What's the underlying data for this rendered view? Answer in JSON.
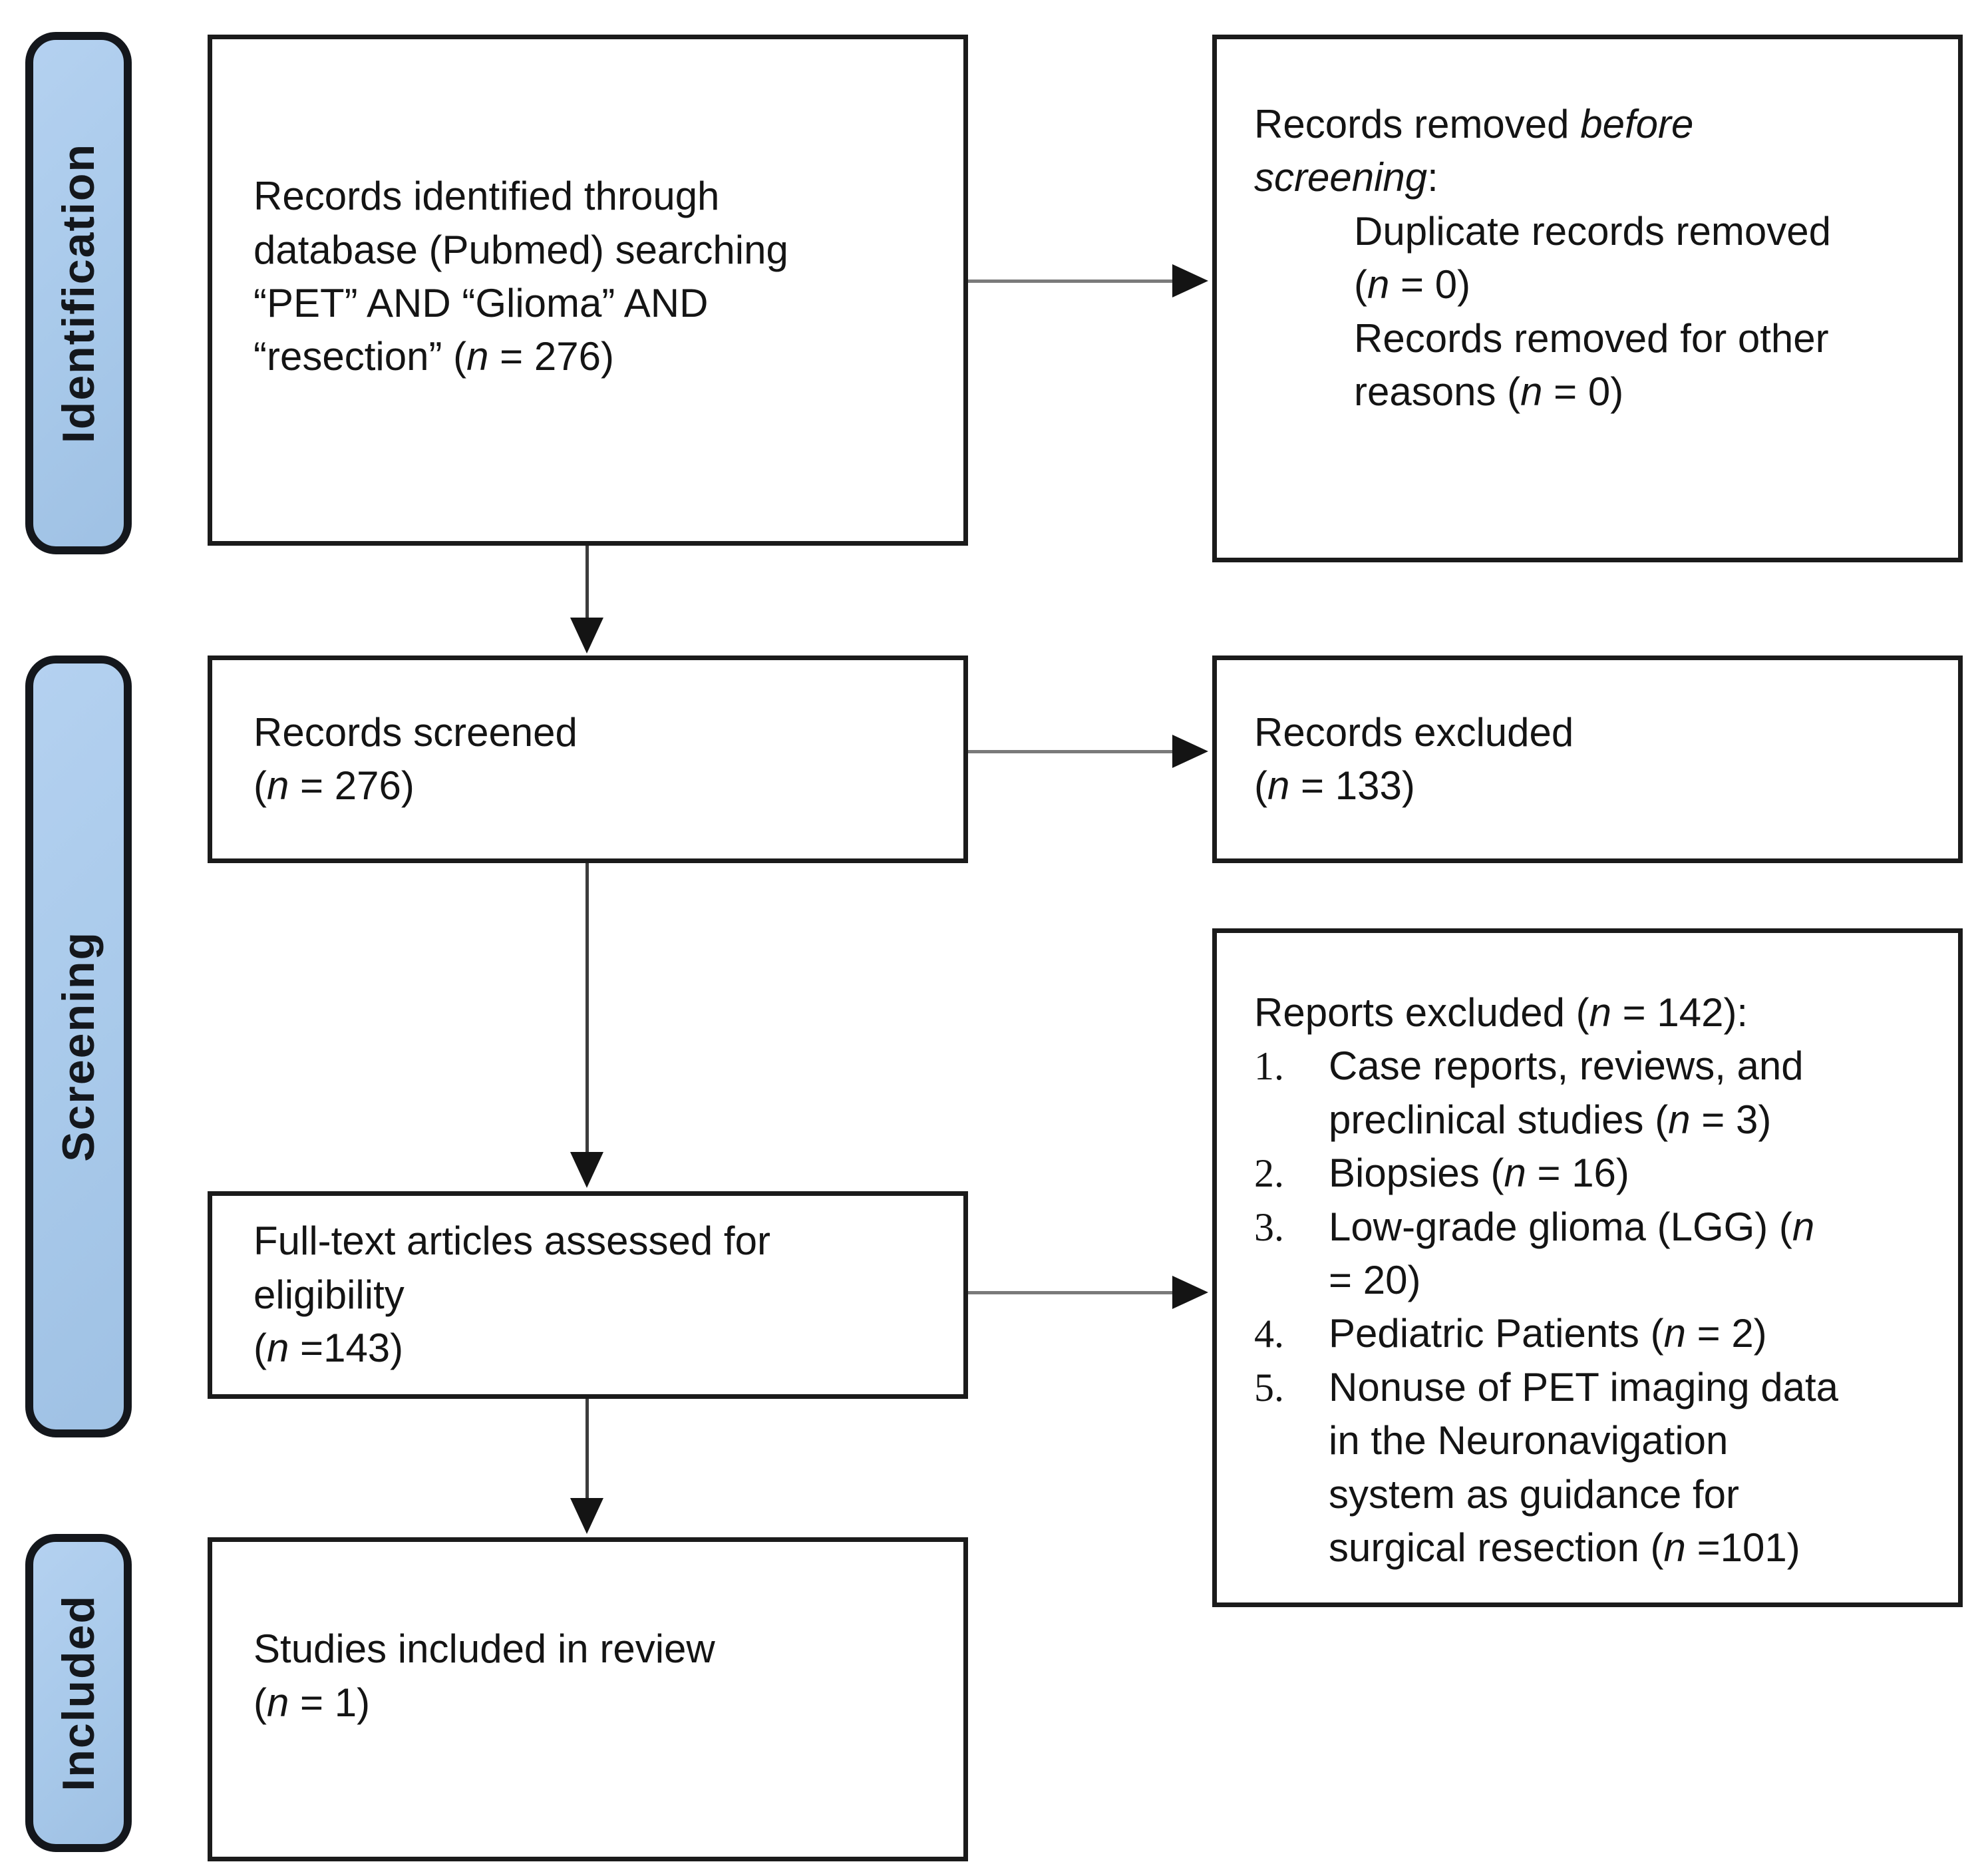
{
  "figure": {
    "type": "prisma-flow-diagram",
    "colors": {
      "stage_bar_fill": "#a8c9ea",
      "stage_bar_border": "#14171c",
      "box_border": "#1b1b1b",
      "arrow_head": "#141414"
    },
    "stages": [
      {
        "label": "Identification"
      },
      {
        "label": "Screening"
      },
      {
        "label": "Included"
      }
    ],
    "boxes": {
      "identified": {
        "text": "Records identified through\ndatabase (Pubmed) searching\n“PET” AND “Glioma” AND\n“resection” (*n* = 276)"
      },
      "removed_before": {
        "heading": "Records removed *before*\n*screening*:",
        "items": [
          "Duplicate records removed\n(*n* = 0)",
          "Records removed for other\nreasons (*n* = 0)"
        ]
      },
      "screened": {
        "text": "Records screened\n(*n* = 276)"
      },
      "records_excluded": {
        "text": "Records excluded\n(*n* = 133)"
      },
      "fulltext": {
        "text": "Full-text articles assessed for\neligibility\n(*n* =143)"
      },
      "reports_excluded": {
        "heading": "Reports excluded (*n* = 142):",
        "items": [
          {
            "num": "1.",
            "text": "Case reports, reviews, and\npreclinical studies (*n* = 3)"
          },
          {
            "num": "2.",
            "text": "Biopsies (*n* = 16)"
          },
          {
            "num": "3.",
            "text": "Low-grade glioma (LGG) (*n*\n= 20)"
          },
          {
            "num": "4.",
            "text": "Pediatric Patients (*n* = 2)"
          },
          {
            "num": "5.",
            "text": "Nonuse of PET imaging data\nin the Neuronavigation\nsystem as guidance for\nsurgical resection (*n* =101)"
          }
        ]
      },
      "included_studies": {
        "text": "Studies included in review\n(*n* = 1)"
      }
    }
  }
}
